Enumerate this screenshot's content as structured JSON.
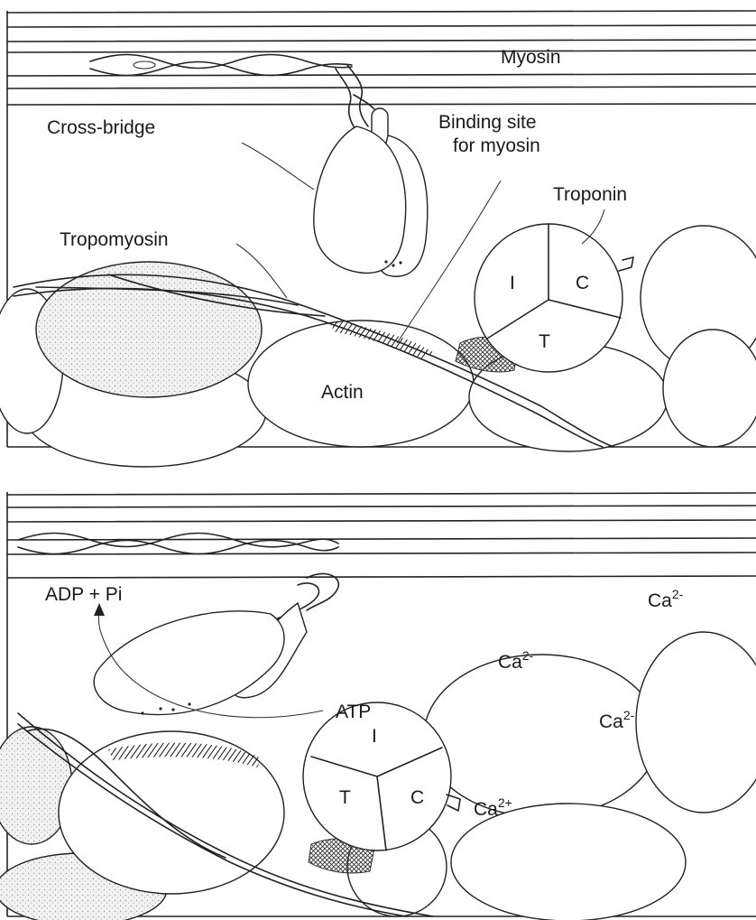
{
  "relaxed_panel": {
    "myosin": "Myosin",
    "cross_bridge": "Cross-bridge",
    "binding_site": [
      "Binding site",
      "for myosin"
    ],
    "troponin": "Troponin",
    "tropomyosin": "Tropomyosin",
    "actin": "Actin",
    "troponin_subunits": {
      "i": "I",
      "c": "C",
      "t": "T"
    }
  },
  "contracting_panel": {
    "adp_pi": "ADP + Pi",
    "atp": "ATP",
    "calcium_ion_base": "Ca",
    "calcium_ion_charge": "2-",
    "calcium_bound_charge": "2+",
    "troponin_subunits": {
      "i": "I",
      "t": "T",
      "c": "C"
    }
  }
}
